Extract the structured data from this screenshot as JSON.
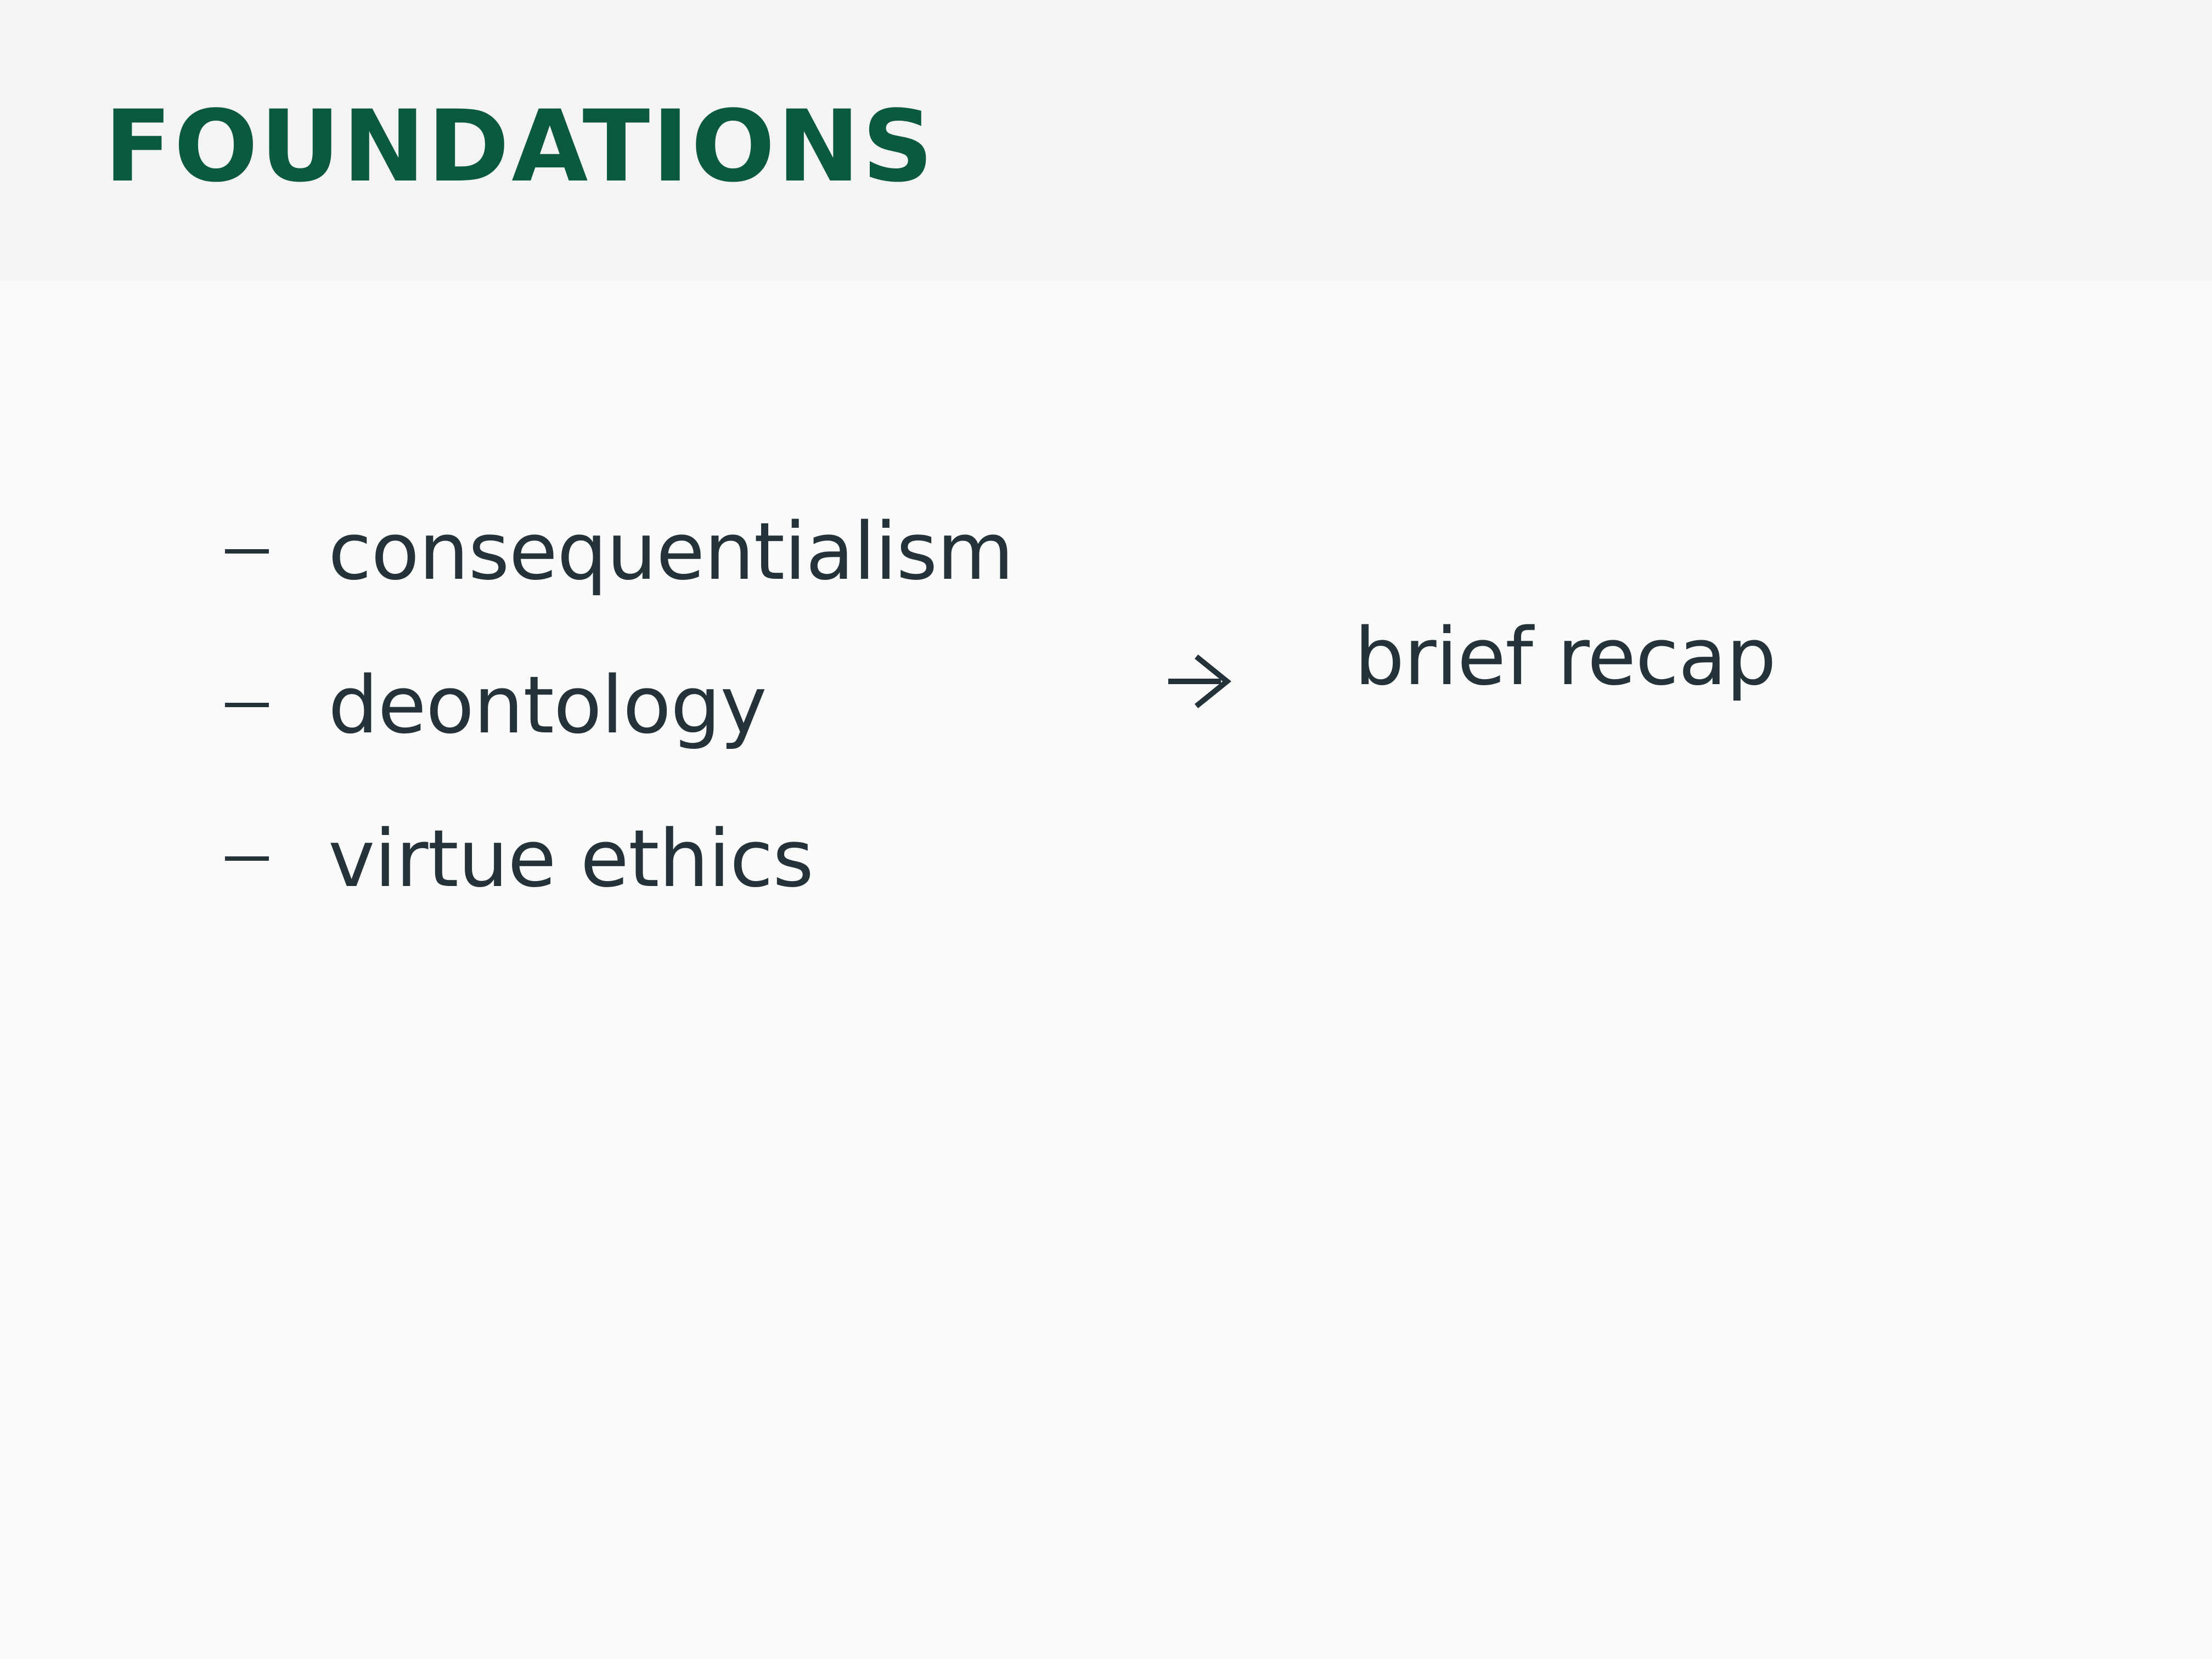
{
  "slide": {
    "title": "FOUNDATIONS",
    "topics": [
      {
        "label": "consequentialism"
      },
      {
        "label": "deontology"
      },
      {
        "label": "virtue ethics"
      }
    ],
    "arrow_icon": "arrow-right",
    "recap_label": "brief recap"
  },
  "colors": {
    "title": "#0b5a40",
    "text": "#24333a",
    "header_background": "#f4f4f4",
    "page_background": "#fafafa"
  }
}
